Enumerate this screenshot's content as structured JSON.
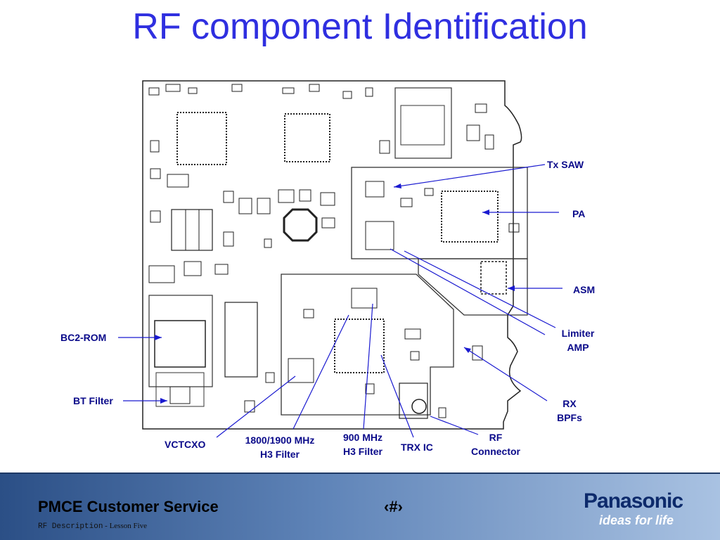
{
  "title": "RF component Identification",
  "labels": {
    "tx_saw": "Tx SAW",
    "pa": "PA",
    "asm": "ASM",
    "limiter_line1": "Limiter",
    "limiter_line2": "AMP",
    "bc2_rom": "BC2-ROM",
    "bt_filter": "BT  Filter",
    "rx_line1": "RX",
    "rx_line2": "BPFs",
    "rf_line1": "RF",
    "rf_line2": "Connector",
    "vctcxo": "VCTCXO",
    "h3_1800_line1": "1800/1900 MHz",
    "h3_1800_line2": "H3  Filter",
    "h3_900_line1": "900 MHz",
    "h3_900_line2": "H3  Filter",
    "trx_ic": "TRX IC"
  },
  "footer": {
    "service": "PMCE Customer Service",
    "page": "‹#›",
    "sub_left": "RF Description",
    "sub_right": " - Lesson Five",
    "brand": "Panasonic",
    "tagline": "ideas for life"
  },
  "colors": {
    "title": "#2f2fe0",
    "label": "#0a0a8a",
    "leader": "#1a1ad0",
    "footer_dark": "#2b4f86",
    "footer_light": "#a9c2e2"
  }
}
